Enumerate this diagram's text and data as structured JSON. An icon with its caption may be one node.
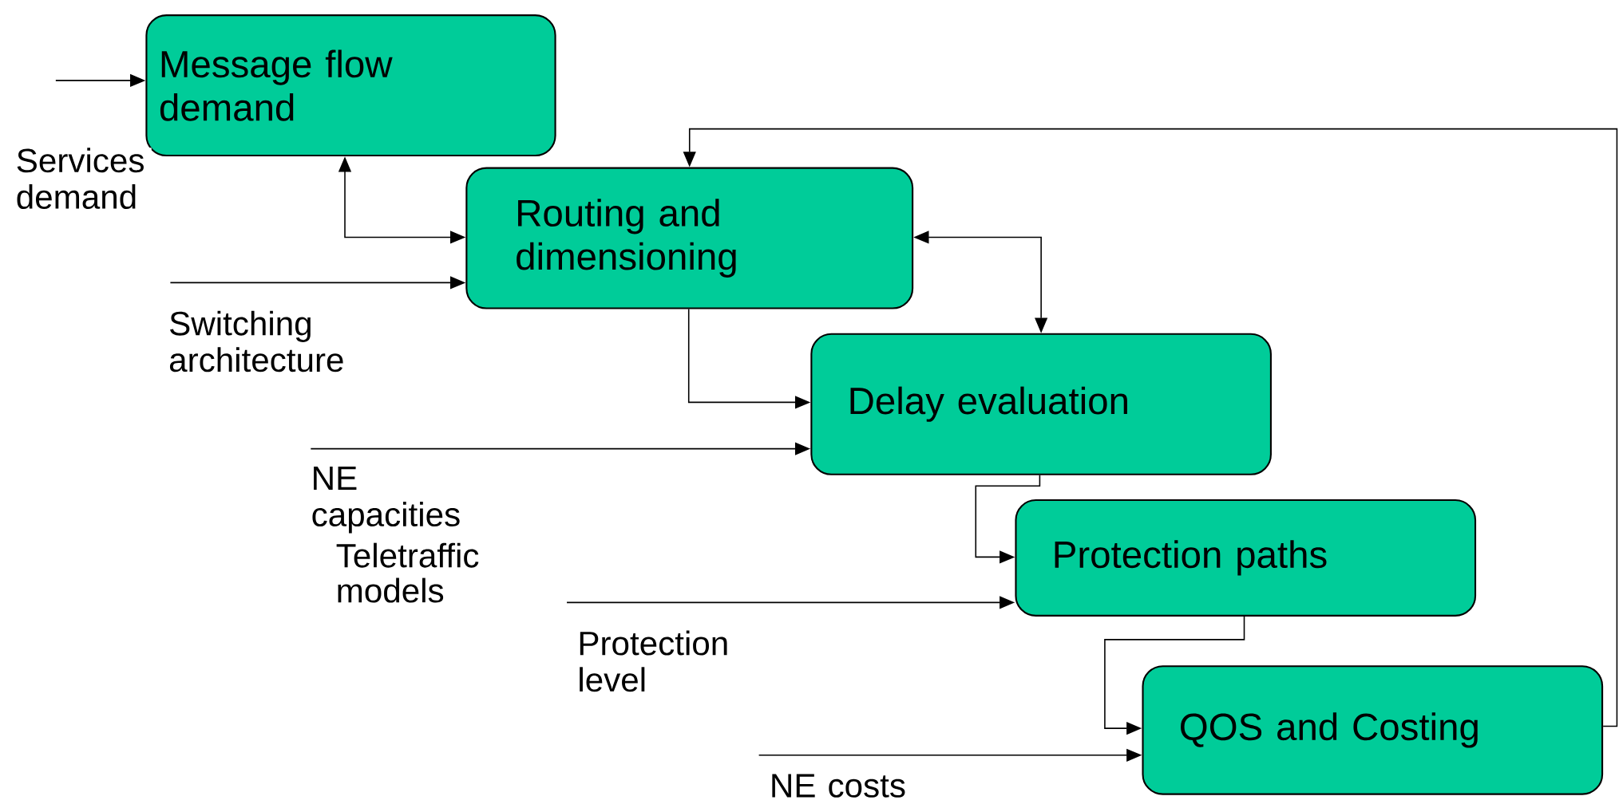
{
  "diagram": {
    "nodes": [
      {
        "text": [
          "Message flow demand"
        ]
      },
      {
        "text": [
          "Routing and dimensioning"
        ]
      },
      {
        "text": [
          "Delay evaluation"
        ]
      },
      {
        "text": [
          "Protection paths"
        ]
      },
      {
        "text": [
          "QOS and Costing"
        ]
      }
    ],
    "edges": [
      {
        "from": null,
        "to": 0,
        "arrow": "to",
        "label": "Services demand"
      },
      {
        "from": 0,
        "to": 1,
        "arrow": "both"
      },
      {
        "from": null,
        "to": 1,
        "arrow": "to",
        "label": "Switching architecture"
      },
      {
        "from": 1,
        "to": 2,
        "arrow": "both"
      },
      {
        "from": 1,
        "to": 2,
        "arrow": "to"
      },
      {
        "from": null,
        "to": 2,
        "arrow": "to",
        "label": "NE capacities"
      },
      {
        "from": 2,
        "to": 3,
        "arrow": "to"
      },
      {
        "from": null,
        "to": 3,
        "arrow": "to",
        "label": "Protection level"
      },
      {
        "from": 3,
        "to": 4,
        "arrow": "to"
      },
      {
        "from": null,
        "to": 4,
        "arrow": "to",
        "label": "NE costs"
      },
      {
        "from": 4,
        "to": 1,
        "arrow": "to"
      }
    ],
    "labels": [
      "Teletraffic models"
    ]
  }
}
